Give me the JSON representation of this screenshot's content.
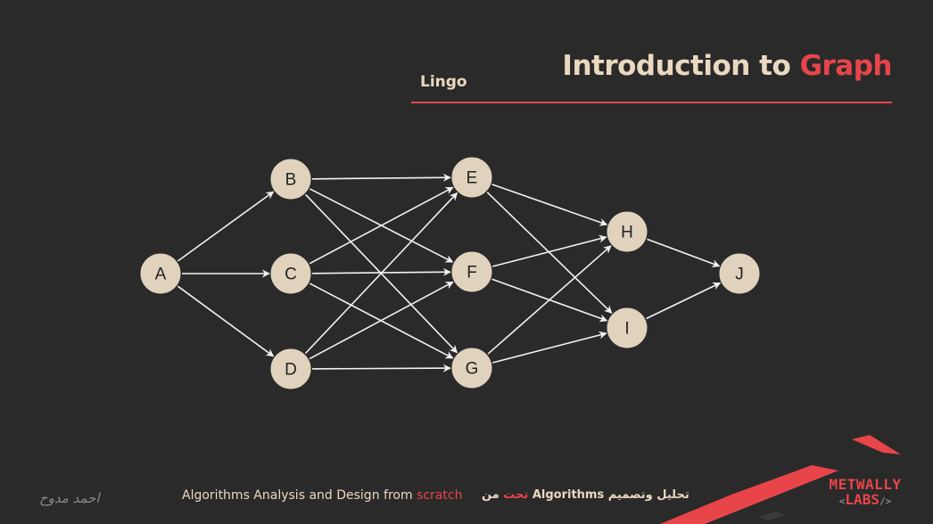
{
  "header": {
    "title_main": "Introduction to",
    "title_accent": "Graph",
    "subtitle": "Lingo",
    "accent_color": "#e8454a"
  },
  "graph": {
    "nodes": [
      {
        "id": "A",
        "label": "A"
      },
      {
        "id": "B",
        "label": "B"
      },
      {
        "id": "C",
        "label": "C"
      },
      {
        "id": "D",
        "label": "D"
      },
      {
        "id": "E",
        "label": "E"
      },
      {
        "id": "F",
        "label": "F"
      },
      {
        "id": "G",
        "label": "G"
      },
      {
        "id": "H",
        "label": "H"
      },
      {
        "id": "I",
        "label": "I"
      },
      {
        "id": "J",
        "label": "J"
      }
    ],
    "edges": [
      [
        "A",
        "B"
      ],
      [
        "A",
        "C"
      ],
      [
        "A",
        "D"
      ],
      [
        "B",
        "E"
      ],
      [
        "B",
        "F"
      ],
      [
        "B",
        "G"
      ],
      [
        "C",
        "E"
      ],
      [
        "C",
        "F"
      ],
      [
        "C",
        "G"
      ],
      [
        "D",
        "E"
      ],
      [
        "D",
        "F"
      ],
      [
        "D",
        "G"
      ],
      [
        "E",
        "H"
      ],
      [
        "E",
        "I"
      ],
      [
        "F",
        "H"
      ],
      [
        "F",
        "I"
      ],
      [
        "G",
        "H"
      ],
      [
        "G",
        "I"
      ],
      [
        "H",
        "J"
      ],
      [
        "I",
        "J"
      ]
    ],
    "directed": true
  },
  "footer": {
    "signature": "احمد مدوح",
    "course_en_main": "Algorithms Analysis and Design from",
    "course_en_accent": "scratch",
    "course_ar_accent": "تحت",
    "course_ar_main": "من Algorithms تحليل وتصميم",
    "logo_line1": "METWALLY",
    "logo_line2": "LABS",
    "logo_bracket_open": "<",
    "logo_bracket_close": "/>"
  }
}
